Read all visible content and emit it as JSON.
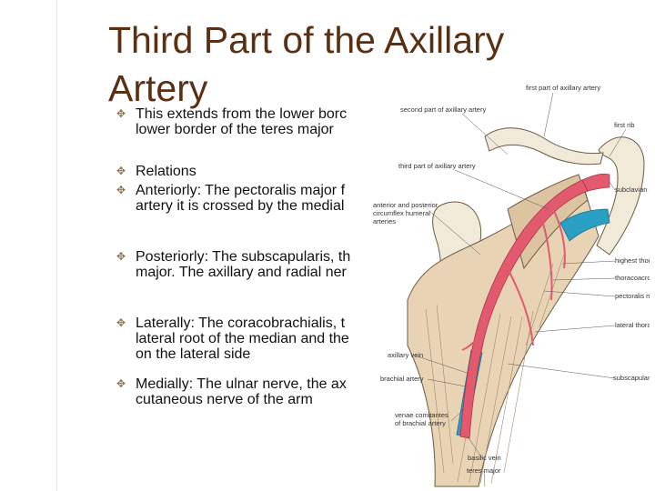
{
  "slide": {
    "title": "Third Part of the Axillary Artery",
    "bullets": [
      {
        "text": "This extends from the lower borc\nlower border of the teres major"
      },
      {
        "text": "Relations"
      },
      {
        "text": "Anteriorly: The pectoralis major f\nartery it is crossed by the medial"
      },
      {
        "text": "Posteriorly: The subscapularis, th\nmajor. The axillary and radial ner"
      },
      {
        "text": "Laterally: The coracobrachialis, t\nlateral root of the median and the\non the lateral side"
      },
      {
        "text": "Medially: The ulnar nerve, the ax\ncutaneous nerve of the arm"
      }
    ],
    "bullet_icon": "leaf-bullet-icon"
  },
  "figure": {
    "labels": {
      "first_part": "first part of axillary artery",
      "second_part": "second part of axillary artery",
      "first_rib": "first rib",
      "third_part": "third part of axillary artery",
      "subclavian": "subclavian artery",
      "circumflex": "anterior and posterior\ncircumflex humeral\narteries",
      "highest_thoracic": "highest thoracic artery",
      "thoracoacromial": "thoracoacromial artery",
      "pectoralis_minor": "pectoralis minor",
      "lateral_thoracic": "lateral thoracic artery",
      "axillary_vein": "axillary vein",
      "brachial_artery": "brachial artery",
      "subscapular": "subscapular artery",
      "venae_comitantes": "venae comitantes\nof brachial artery",
      "basilic_vein": "basilic vein",
      "teres_major": "teres major"
    },
    "colors": {
      "artery": "#e35a6e",
      "vein": "#2a9fc4",
      "muscle": "#e8d4b4",
      "bone": "#f1ead8",
      "outline": "#6b5a45"
    }
  }
}
